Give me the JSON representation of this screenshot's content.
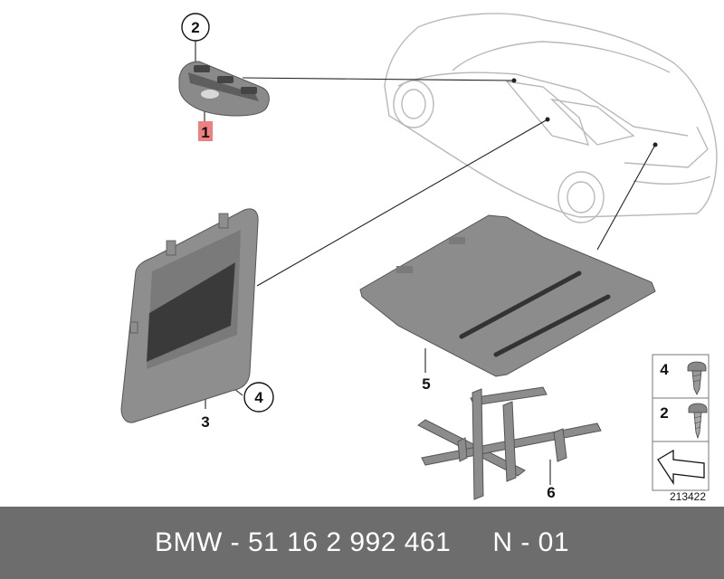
{
  "callouts": {
    "c1": "1",
    "c2": "2",
    "c3": "3",
    "c4": "4",
    "c5": "5",
    "c6": "6"
  },
  "legend": {
    "row1_num": "4",
    "row2_num": "2",
    "diagram_number": "213422"
  },
  "footer": {
    "part_text": "BMW - 51 16 2 992 461",
    "code_text": "N - 01"
  },
  "colors": {
    "footer_bg": "#6d6d6d",
    "part_fill": "#8a8a8a",
    "highlight_label": "#f08080"
  }
}
